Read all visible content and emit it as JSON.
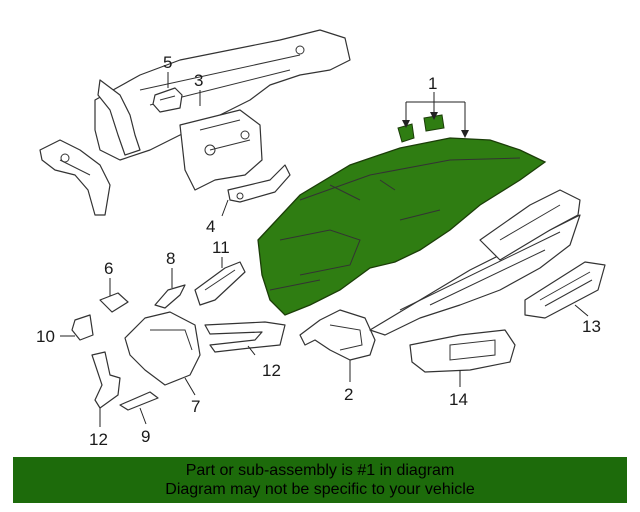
{
  "highlight_color": "#2f7d12",
  "banner_color": "#1d6b0b",
  "callouts": {
    "c1": "1",
    "c2": "2",
    "c3": "3",
    "c4": "4",
    "c5": "5",
    "c6": "6",
    "c7": "7",
    "c8": "8",
    "c9": "9",
    "c10": "10",
    "c11": "11",
    "c12a": "12",
    "c12b": "12",
    "c13": "13",
    "c14": "14"
  },
  "banner": {
    "line1": "Part or sub-assembly is #1 in diagram",
    "line2": "Diagram may not be specific to your vehicle"
  }
}
